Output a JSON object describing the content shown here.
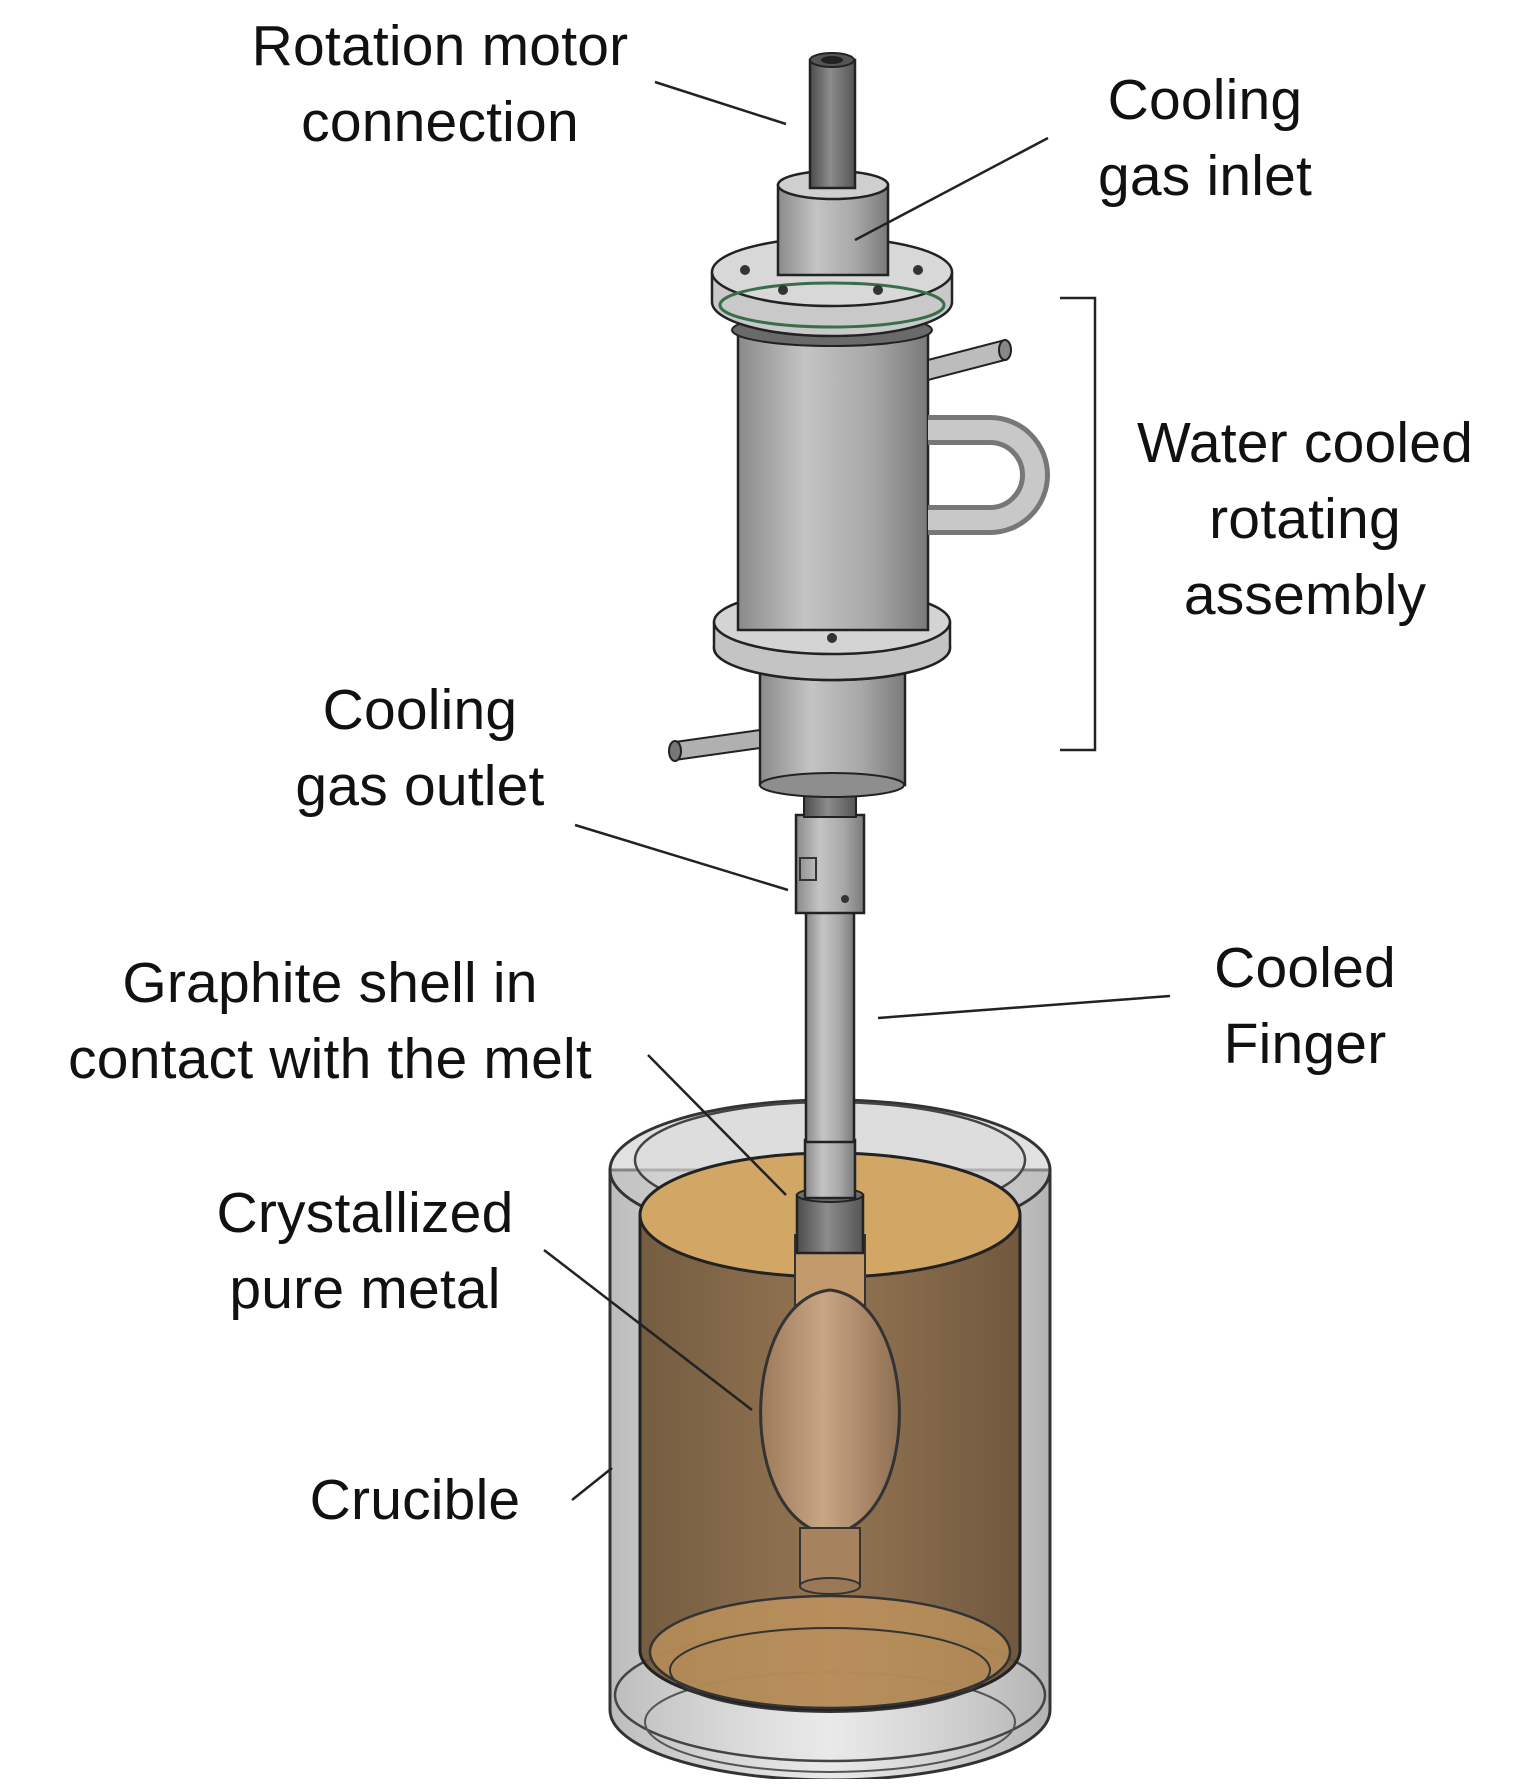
{
  "labels": {
    "rotation_motor": [
      "Rotation motor",
      "connection"
    ],
    "gas_inlet": [
      "Cooling",
      "gas inlet"
    ],
    "water_assembly": [
      "Water cooled",
      "rotating",
      "assembly"
    ],
    "gas_outlet": [
      "Cooling",
      "gas outlet"
    ],
    "cooled_finger": [
      "Cooled",
      "Finger"
    ],
    "graphite_shell": [
      "Graphite shell in",
      "contact with the melt"
    ],
    "crystallized": [
      "Crystallized",
      "pure metal"
    ],
    "crucible": [
      "Crucible"
    ]
  },
  "colors": {
    "steel_light": "#c8c8c8",
    "steel_mid": "#9a9a9a",
    "steel_dark": "#5c5c5c",
    "melt": "#8a6a45",
    "melt_surface": "#cfa463",
    "crystal": "#b99574",
    "crucible": "#b0b0b0",
    "text": "#111111"
  }
}
